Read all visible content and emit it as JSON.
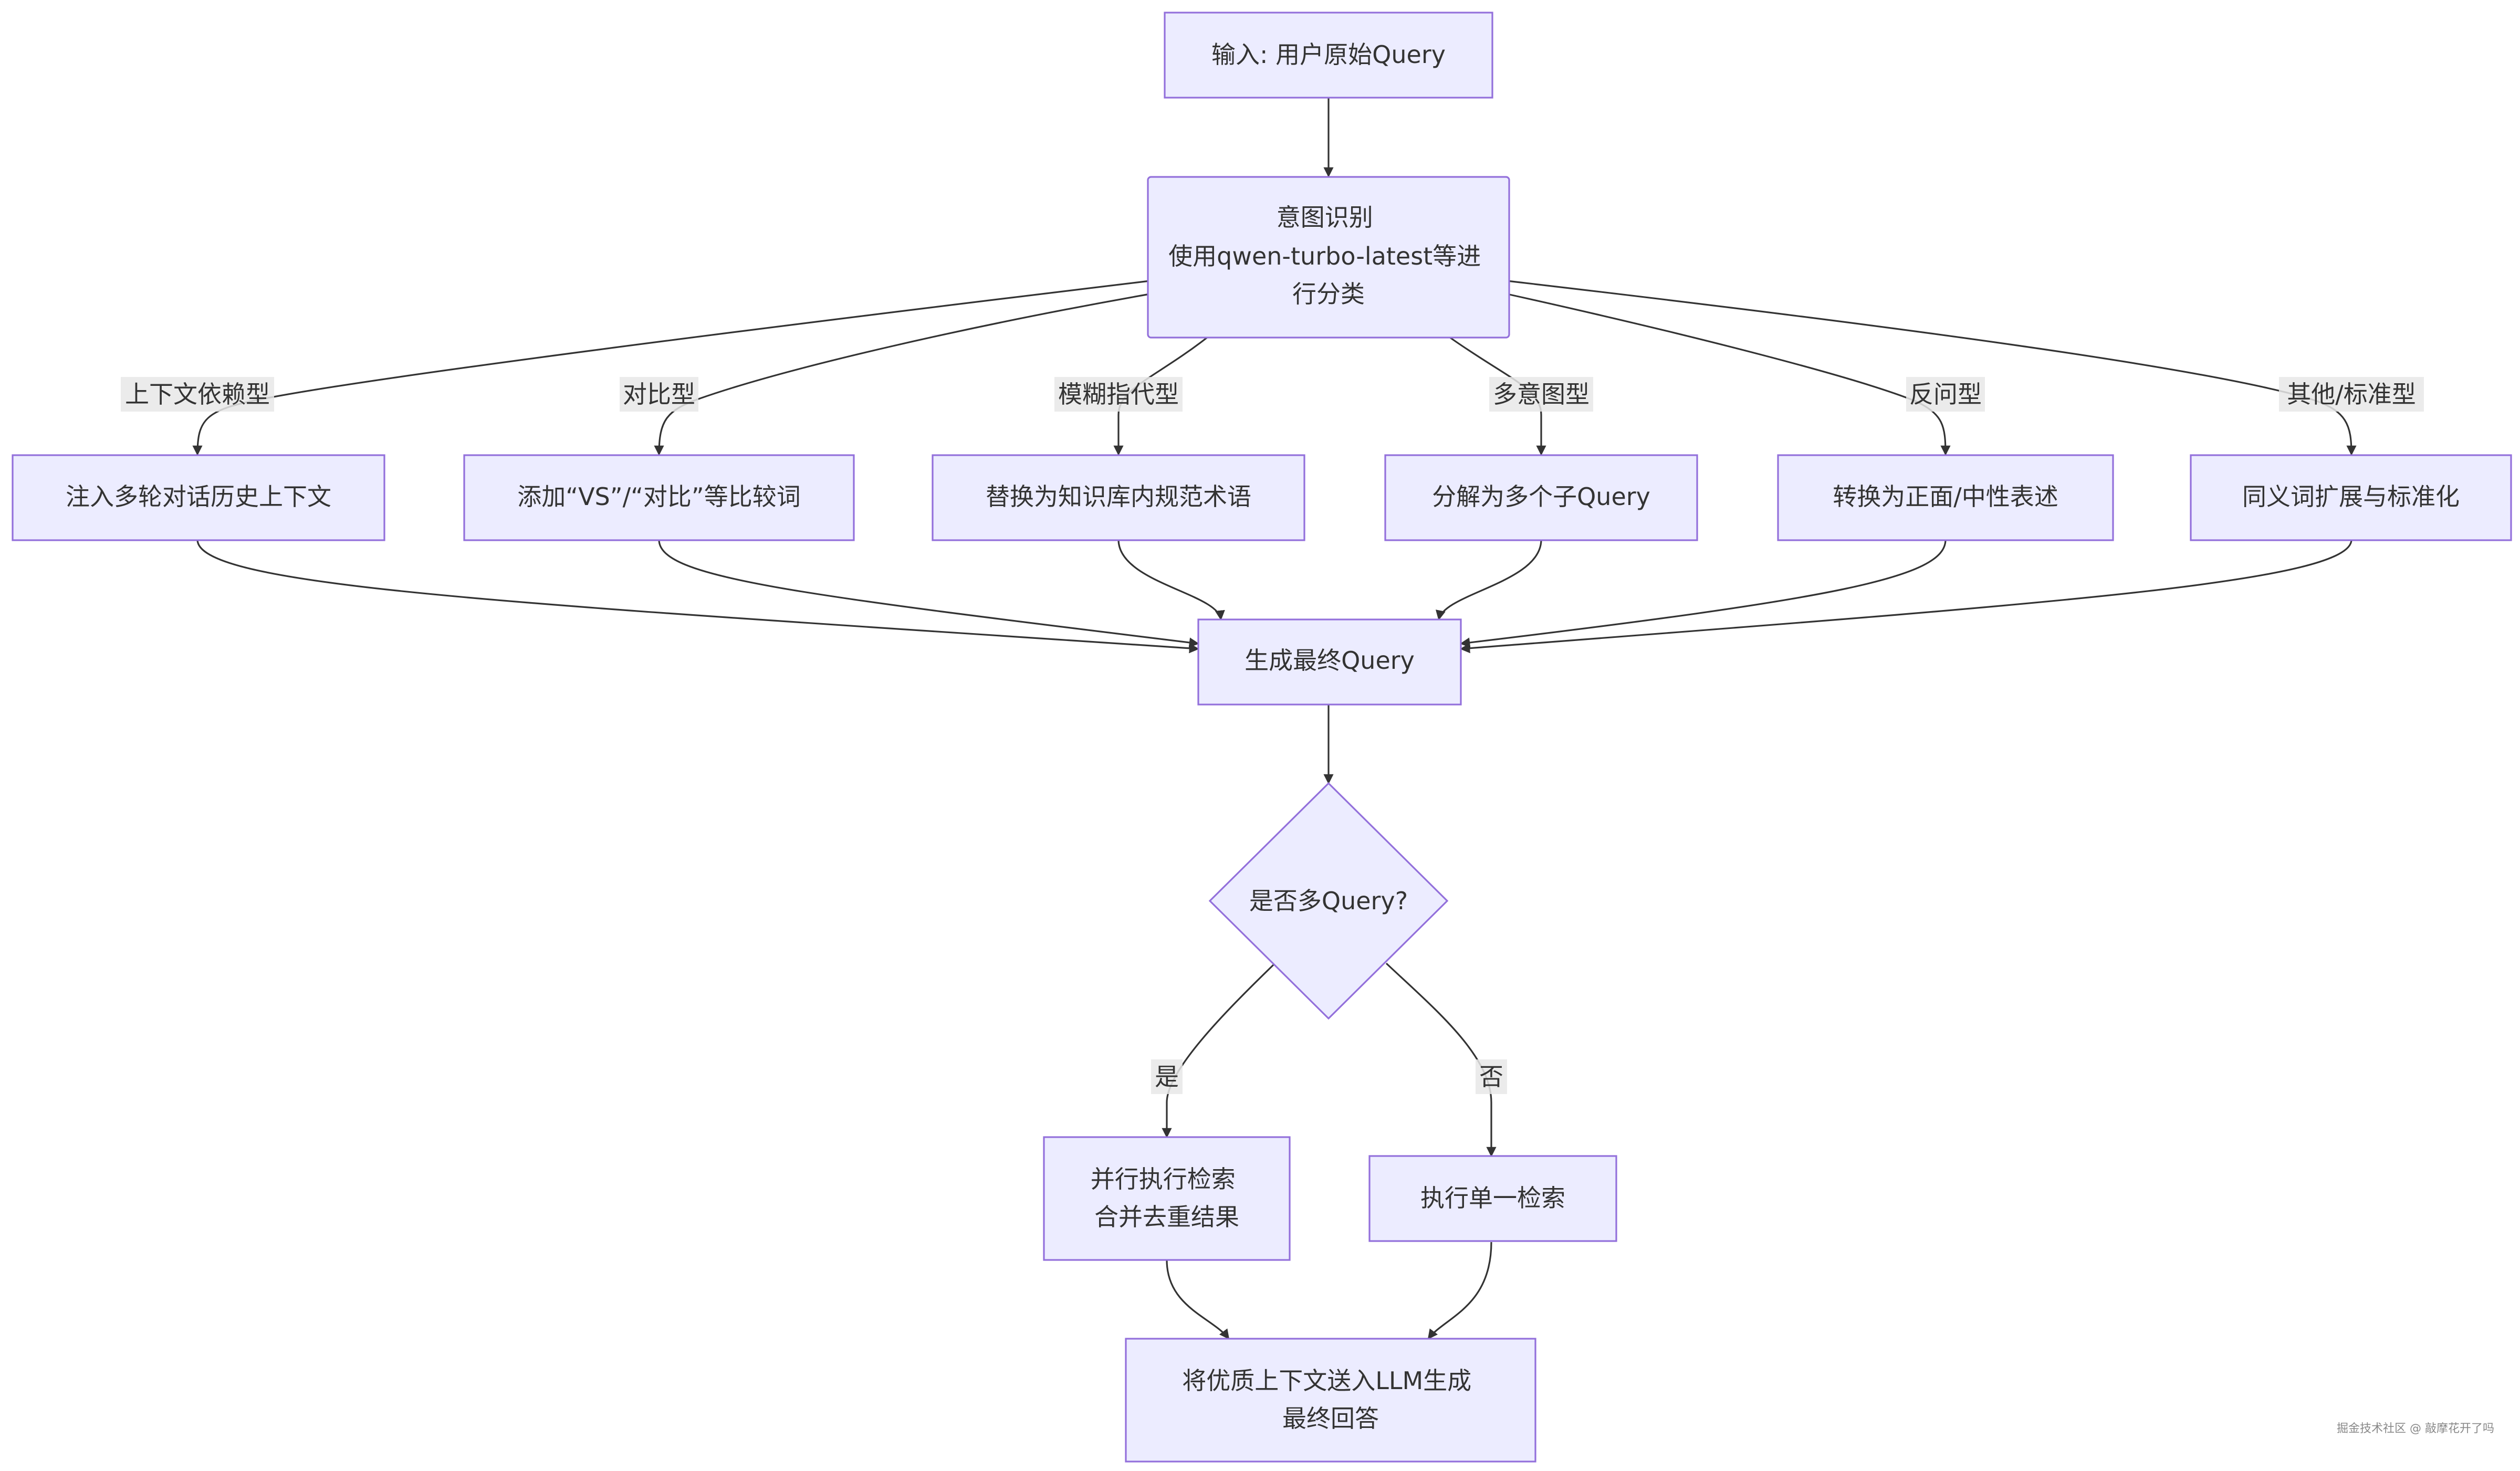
{
  "diagram": {
    "nodes": {
      "input": {
        "lines": [
          "输入: 用户原始Query"
        ]
      },
      "intent": {
        "lines": [
          "意图识别",
          "使用qwen-turbo-latest等进",
          "行分类"
        ]
      },
      "context": {
        "lines": [
          "注入多轮对话历史上下文"
        ]
      },
      "compare": {
        "lines": [
          "添加“VS”/“对比”等比较词"
        ]
      },
      "ambiguous": {
        "lines": [
          "替换为知识库内规范术语"
        ]
      },
      "multi": {
        "lines": [
          "分解为多个子Query"
        ]
      },
      "rhetorical": {
        "lines": [
          "转换为正面/中性表述"
        ]
      },
      "standard": {
        "lines": [
          "同义词扩展与标准化"
        ]
      },
      "final": {
        "lines": [
          "生成最终Query"
        ]
      },
      "decision": {
        "lines": [
          "是否多Query?"
        ]
      },
      "parallel": {
        "lines": [
          "并行执行检索",
          "合并去重结果"
        ]
      },
      "single": {
        "lines": [
          "执行单一检索"
        ]
      },
      "llm": {
        "lines": [
          "将优质上下文送入LLM生成",
          "最终回答"
        ]
      }
    },
    "edge_labels": {
      "context": "上下文依赖型",
      "compare": "对比型",
      "ambiguous": "模糊指代型",
      "multi": "多意图型",
      "rhetorical": "反问型",
      "standard": "其他/标准型",
      "yes": "是",
      "no": "否"
    }
  },
  "watermark": "掘金技术社区 @ 敲摩花开了吗"
}
